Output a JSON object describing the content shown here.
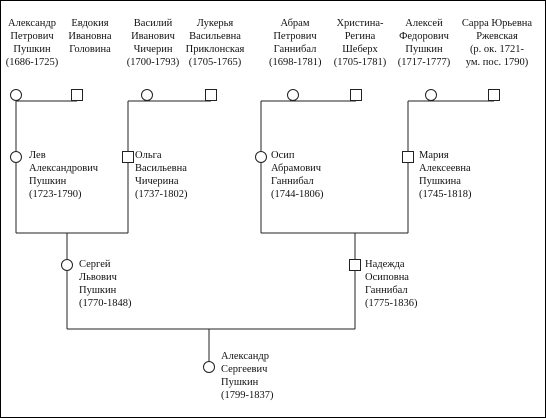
{
  "persons": {
    "a_pushkin": {
      "lines": [
        "Александр",
        "Петрович",
        "Пушкин",
        "(1686-1725)"
      ],
      "sex": "male"
    },
    "e_golovina": {
      "lines": [
        "Евдокия",
        "Ивановна",
        "Головина"
      ],
      "sex": "female"
    },
    "v_chicherin": {
      "lines": [
        "Василий",
        "Иванович",
        "Чичерин",
        "(1700-1793)"
      ],
      "sex": "male"
    },
    "l_priklonskaya": {
      "lines": [
        "Лукерья",
        "Васильевна",
        "Приклонская",
        "(1705-1765)"
      ],
      "sex": "female"
    },
    "a_gannibal": {
      "lines": [
        "Абрам",
        "Петрович",
        "Ганнибал",
        "(1698-1781)"
      ],
      "sex": "male"
    },
    "kh_sheberkh": {
      "lines": [
        "Христина-",
        "Регина",
        "Шеберх",
        "(1705-1781)"
      ],
      "sex": "female"
    },
    "a_f_pushkin": {
      "lines": [
        "Алексей",
        "Федорович",
        "Пушкин",
        "(1717-1777)"
      ],
      "sex": "male"
    },
    "s_rzhevskaya": {
      "lines": [
        "Сарра Юрьевна",
        "Ржевская",
        "(р. ок. 1721-",
        "ум. пос. 1790)"
      ],
      "sex": "female"
    },
    "lev": {
      "lines": [
        "Лев",
        "Александрович",
        "Пушкин",
        "(1723-1790)"
      ],
      "sex": "male"
    },
    "olga": {
      "lines": [
        "Ольга",
        "Васильевна",
        "Чичерина",
        "(1737-1802)"
      ],
      "sex": "female"
    },
    "osip": {
      "lines": [
        "Осип",
        "Абрамович",
        "Ганнибал",
        "(1744-1806)"
      ],
      "sex": "male"
    },
    "mariya": {
      "lines": [
        "Мария",
        "Алексеевна",
        "Пушкина",
        "(1745-1818)"
      ],
      "sex": "female"
    },
    "sergey": {
      "lines": [
        "Сергей",
        "Львович",
        "Пушкин",
        "(1770-1848)"
      ],
      "sex": "male"
    },
    "nadezhda": {
      "lines": [
        "Надежда",
        "Осиповна",
        "Ганнибал",
        "(1775-1836)"
      ],
      "sex": "female"
    },
    "alexander": {
      "lines": [
        "Александр",
        "Сергеевич",
        "Пушкин",
        "(1799-1837)"
      ],
      "sex": "male"
    }
  }
}
